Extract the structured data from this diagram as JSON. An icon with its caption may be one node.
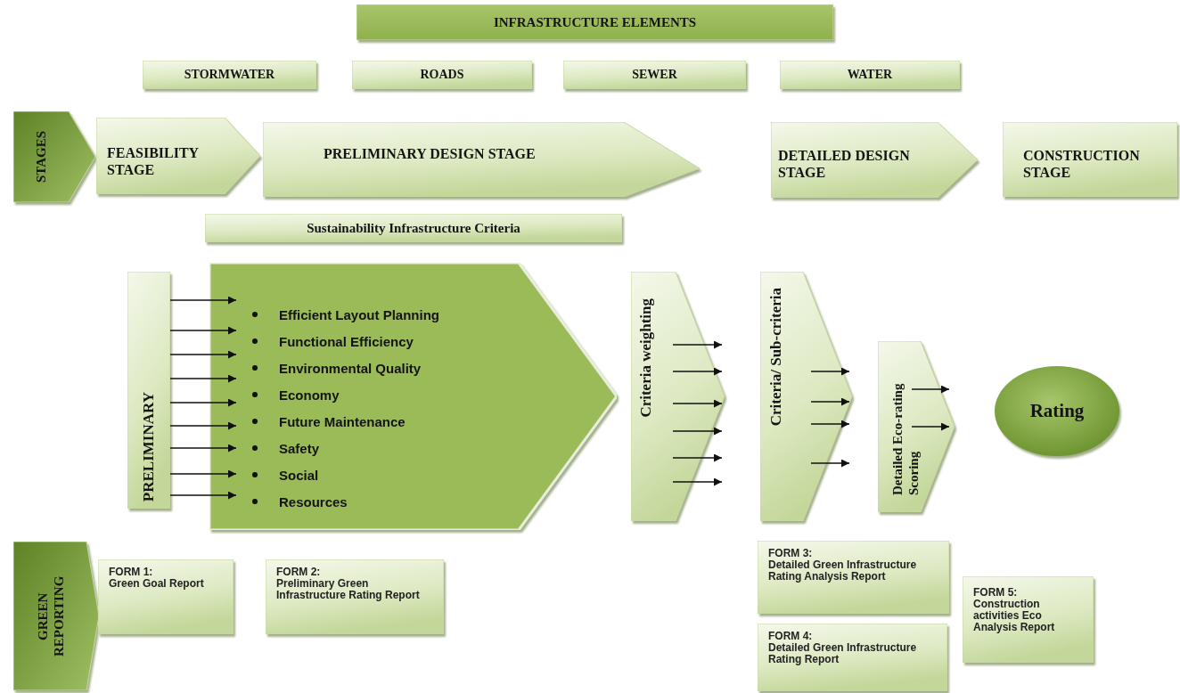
{
  "diagram": {
    "nodes": [
      {
        "text": [
          "INFRASTRUCTURE ELEMENTS"
        ]
      },
      {
        "text": [
          "STORMWATER"
        ]
      },
      {
        "text": [
          "ROADS"
        ]
      },
      {
        "text": [
          "SEWER"
        ]
      },
      {
        "text": [
          "WATER"
        ]
      },
      {
        "text": [
          "STAGES"
        ]
      },
      {
        "text": [
          "FEASIBILITY STAGE"
        ]
      },
      {
        "text": [
          "PRELIMINARY DESIGN STAGE"
        ]
      },
      {
        "text": [
          "DETAILED DESIGN STAGE"
        ]
      },
      {
        "text": [
          "CONSTRUCTION STAGE"
        ]
      },
      {
        "text": [
          "Sustainability Infrastructure Criteria"
        ]
      },
      {
        "text": [
          "PRELIMINARY"
        ]
      },
      {
        "text": [
          "Efficient Layout Planning",
          "Functional Efficiency",
          "Environmental Quality",
          "Economy",
          "Future Maintenance",
          "Safety",
          "Social",
          "Resources"
        ]
      },
      {
        "text": [
          "Criteria weighting"
        ]
      },
      {
        "text": [
          "Criteria/ Sub-criteria"
        ]
      },
      {
        "text": [
          "Detailed Eco-rating Scoring"
        ]
      },
      {
        "text": [
          "Rating"
        ]
      },
      {
        "text": [
          "GREEN REPORTING"
        ]
      },
      {
        "text": [
          "FORM 1:",
          "Green Goal Report"
        ]
      },
      {
        "text": [
          "FORM 2:",
          "Preliminary Green Infrastructure Rating Report"
        ]
      },
      {
        "text": [
          "FORM 3:",
          "Detailed Green Infrastructure Rating Analysis Report"
        ]
      },
      {
        "text": [
          "FORM 4:",
          "Detailed Green Infrastructure Rating Report"
        ]
      },
      {
        "text": [
          "FORM 5:",
          "Construction activities Eco Analysis Report"
        ]
      }
    ],
    "edges": [
      {
        "from": 11,
        "to": 12,
        "arrow": "to"
      },
      {
        "from": 11,
        "to": 12,
        "arrow": "to"
      },
      {
        "from": 11,
        "to": 12,
        "arrow": "to"
      },
      {
        "from": 11,
        "to": 12,
        "arrow": "to"
      },
      {
        "from": 11,
        "to": 12,
        "arrow": "to"
      },
      {
        "from": 11,
        "to": 12,
        "arrow": "to"
      },
      {
        "from": 11,
        "to": 12,
        "arrow": "to"
      },
      {
        "from": 11,
        "to": 12,
        "arrow": "to"
      },
      {
        "from": 11,
        "to": 12,
        "arrow": "to"
      }
    ]
  }
}
